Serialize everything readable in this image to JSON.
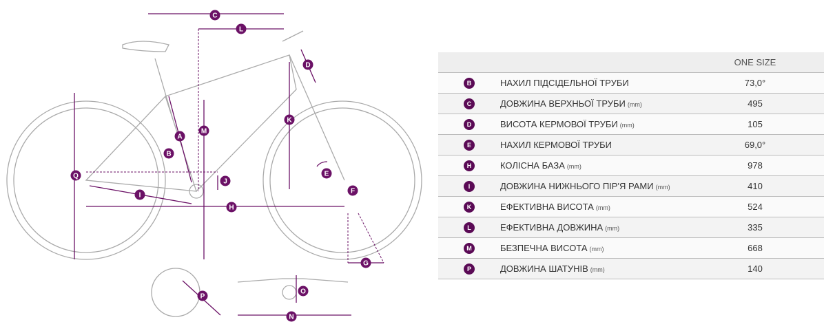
{
  "diagram": {
    "labels": {
      "C": "C",
      "L": "L",
      "D": "D",
      "M": "M",
      "K": "K",
      "A": "A",
      "B": "B",
      "Q": "Q",
      "J": "J",
      "E": "E",
      "I": "I",
      "F": "F",
      "H": "H",
      "G": "G",
      "P": "P",
      "O": "O",
      "N": "N"
    },
    "accent": "#6b1166"
  },
  "table": {
    "header": "ONE SIZE",
    "rows": [
      {
        "key": "B",
        "name": "НАХИЛ ПІДСІДЕЛЬНОЇ ТРУБИ",
        "unit": "",
        "value": "73,0°"
      },
      {
        "key": "C",
        "name": "ДОВЖИНА ВЕРХНЬОЇ ТРУБИ",
        "unit": "(mm)",
        "value": "495"
      },
      {
        "key": "D",
        "name": "ВИСОТА КЕРМОВОЇ ТРУБИ",
        "unit": "(mm)",
        "value": "105"
      },
      {
        "key": "E",
        "name": "НАХИЛ КЕРМОВОЇ ТРУБИ",
        "unit": "",
        "value": "69,0°"
      },
      {
        "key": "H",
        "name": "КОЛІСНА БАЗА",
        "unit": "(mm)",
        "value": "978"
      },
      {
        "key": "I",
        "name": "ДОВЖИНА НИЖНЬОГО ПІР'Я РАМИ",
        "unit": "(mm)",
        "value": "410"
      },
      {
        "key": "K",
        "name": "ЕФЕКТИВНА ВИСОТА",
        "unit": "(mm)",
        "value": "524"
      },
      {
        "key": "L",
        "name": "ЕФЕКТИВНА ДОВЖИНА",
        "unit": "(mm)",
        "value": "335"
      },
      {
        "key": "M",
        "name": "БЕЗПЕЧНА ВИСОТА",
        "unit": "(mm)",
        "value": "668"
      },
      {
        "key": "P",
        "name": "ДОВЖИНА ШАТУНІВ",
        "unit": "(mm)",
        "value": "140"
      }
    ]
  }
}
